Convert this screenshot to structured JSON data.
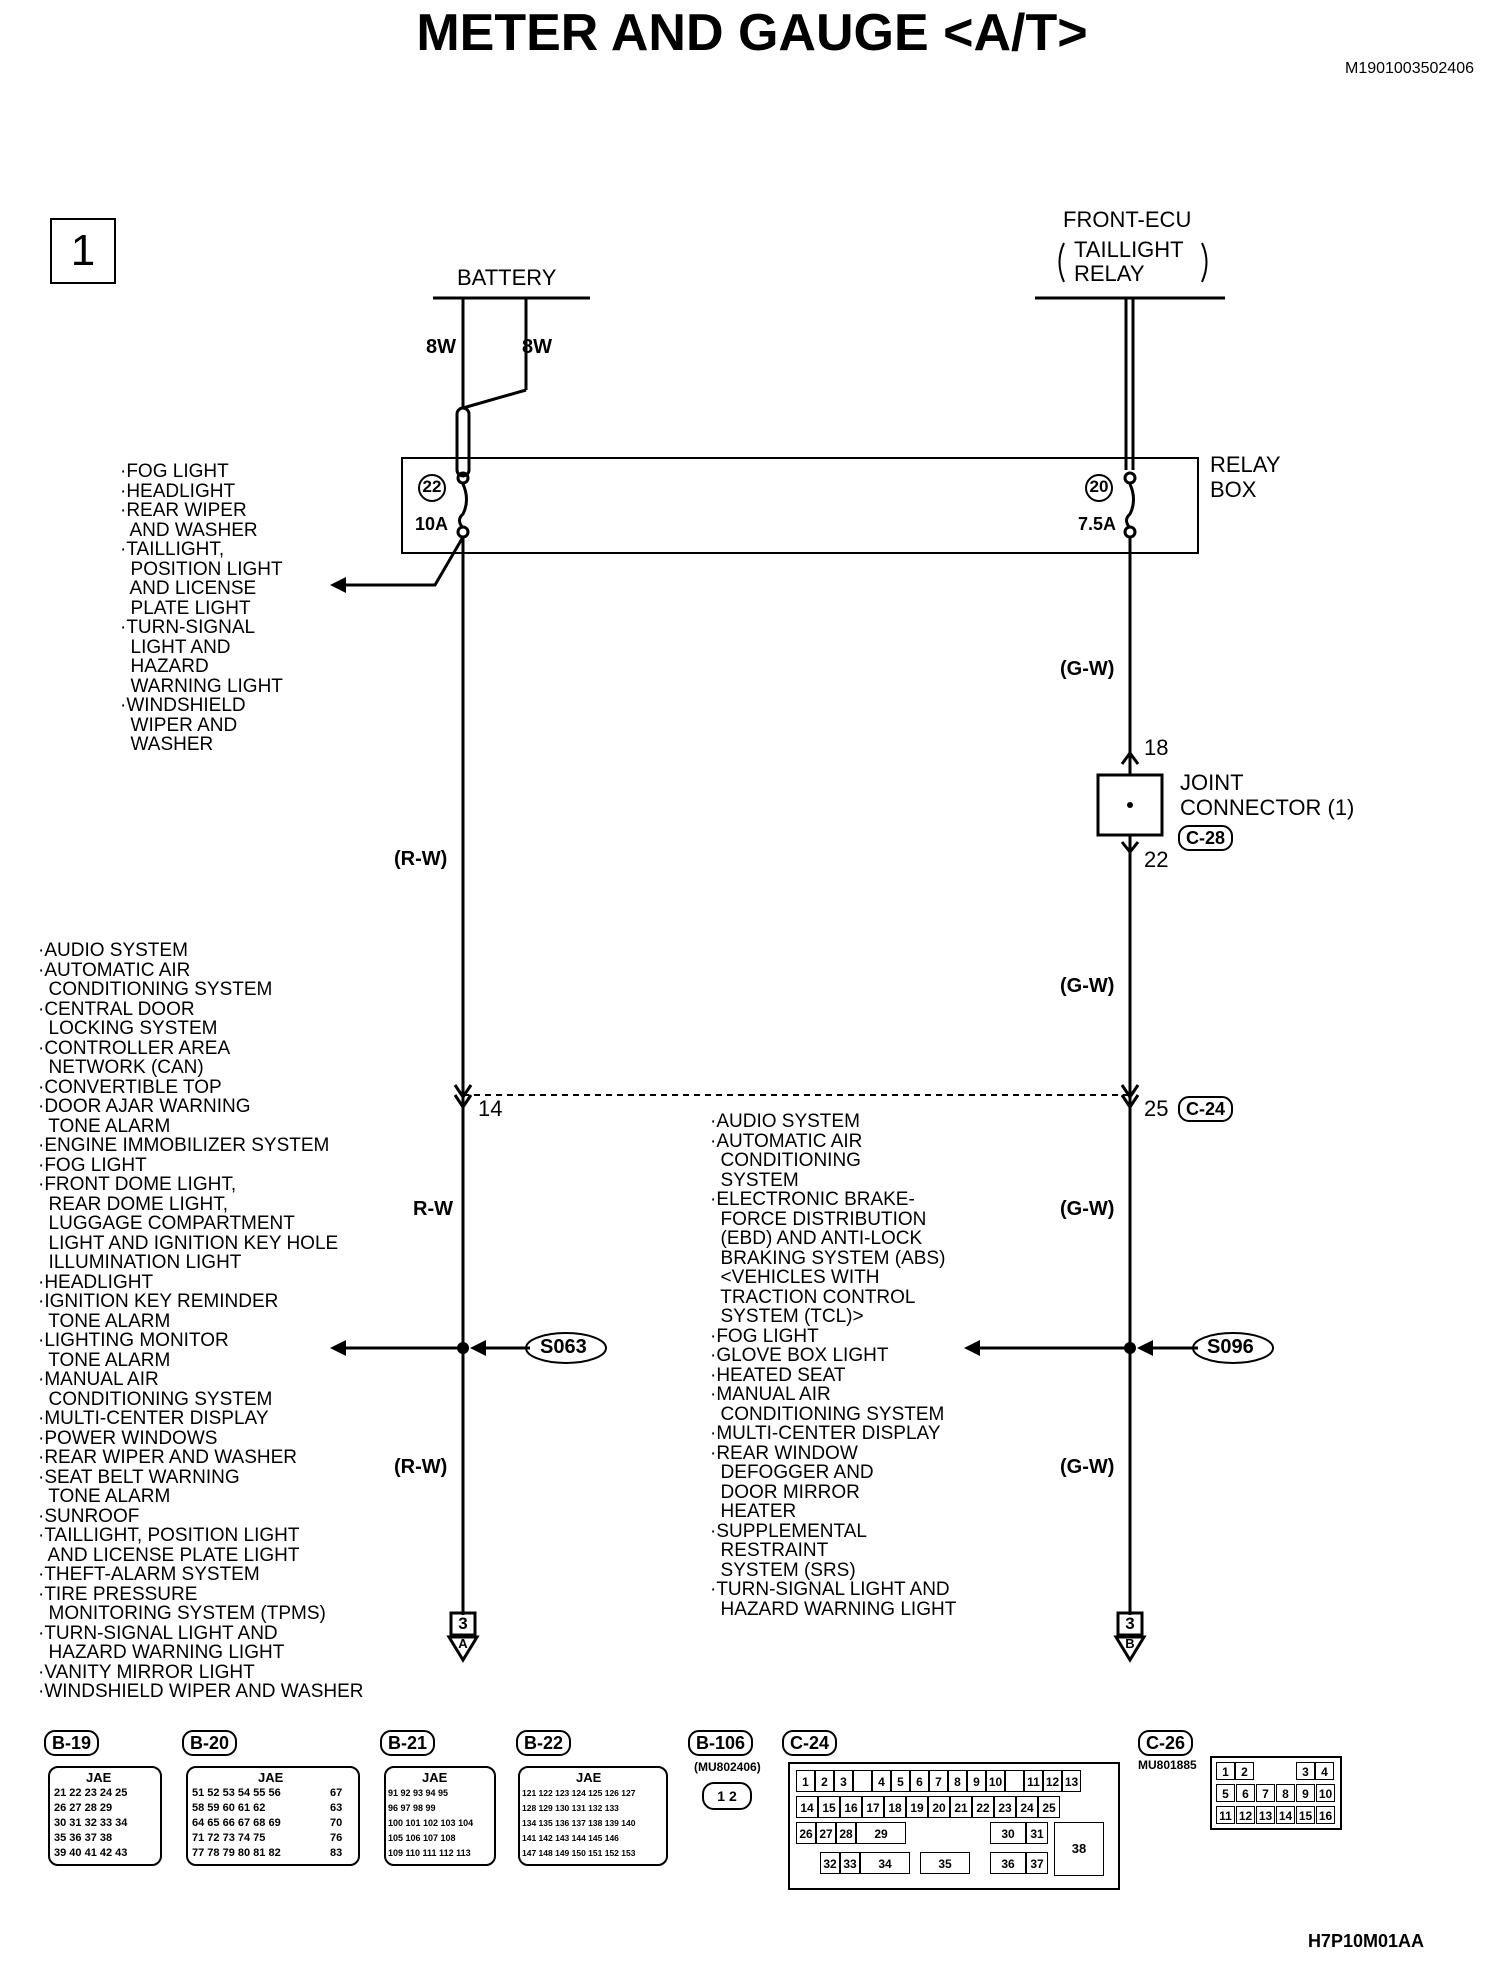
{
  "title": "METER AND GAUGE <A/T>",
  "doc_code": "M1901003502406",
  "sheet_number": "1",
  "footer_code": "H7P10M01AA",
  "battery": {
    "label": "BATTERY",
    "wire_left": "8W",
    "wire_right": "8W"
  },
  "front_ecu": {
    "line1": "FRONT-ECU",
    "line2": "TAILLIGHT",
    "line3": "RELAY"
  },
  "relay_box": {
    "line1": "RELAY",
    "line2": "BOX",
    "fuse_left_no": "22",
    "fuse_left_rating": "10A",
    "fuse_right_no": "20",
    "fuse_right_rating": "7.5A"
  },
  "fuse22_branch": [
    "·FOG LIGHT",
    "·HEADLIGHT",
    "·REAR WIPER",
    "  AND WASHER",
    "·TAILLIGHT,",
    "  POSITION LIGHT",
    "  AND LICENSE",
    "  PLATE LIGHT",
    "·TURN-SIGNAL",
    "  LIGHT AND",
    "  HAZARD",
    "  WARNING LIGHT",
    "·WINDSHIELD",
    "  WIPER AND",
    "  WASHER"
  ],
  "wires": {
    "rw1": "(R-W)",
    "rw2": "R-W",
    "rw3": "(R-W)",
    "gw1": "(G-W)",
    "gw2": "(G-W)",
    "gw3": "(G-W)",
    "gw4": "(G-W)"
  },
  "joint_connector": {
    "line1": "JOINT",
    "line2": "CONNECTOR (1)",
    "pin_top": "18",
    "pin_bottom": "22",
    "tag": "C-28"
  },
  "c24_pins": {
    "left": "14",
    "right": "25",
    "tag": "C-24"
  },
  "splices": {
    "left": "S063",
    "right": "S096"
  },
  "left_list": [
    "·AUDIO SYSTEM",
    "·AUTOMATIC AIR",
    "  CONDITIONING SYSTEM",
    "·CENTRAL DOOR",
    "  LOCKING SYSTEM",
    "·CONTROLLER AREA",
    "  NETWORK (CAN)",
    "·CONVERTIBLE TOP",
    "·DOOR AJAR WARNING",
    "  TONE ALARM",
    "·ENGINE IMMOBILIZER SYSTEM",
    "·FOG LIGHT",
    "·FRONT DOME LIGHT,",
    "  REAR DOME LIGHT,",
    "  LUGGAGE COMPARTMENT",
    "  LIGHT AND IGNITION KEY HOLE",
    "  ILLUMINATION LIGHT",
    "·HEADLIGHT",
    "·IGNITION KEY REMINDER",
    "  TONE ALARM",
    "·LIGHTING MONITOR",
    "  TONE ALARM",
    "·MANUAL AIR",
    "  CONDITIONING SYSTEM",
    "·MULTI-CENTER DISPLAY",
    "·POWER WINDOWS",
    "·REAR WIPER AND WASHER",
    "·SEAT BELT WARNING",
    "  TONE ALARM",
    "·SUNROOF",
    "·TAILLIGHT, POSITION LIGHT",
    "  AND LICENSE PLATE LIGHT",
    "·THEFT-ALARM SYSTEM",
    "·TIRE PRESSURE",
    "  MONITORING SYSTEM (TPMS)",
    "·TURN-SIGNAL LIGHT AND",
    "  HAZARD WARNING LIGHT",
    "·VANITY MIRROR LIGHT",
    "·WINDSHIELD WIPER AND WASHER"
  ],
  "right_list": [
    "·AUDIO SYSTEM",
    "·AUTOMATIC AIR",
    "  CONDITIONING",
    "  SYSTEM",
    "·ELECTRONIC BRAKE-",
    "  FORCE DISTRIBUTION",
    "  (EBD) AND ANTI-LOCK",
    "  BRAKING SYSTEM (ABS)",
    "  <VEHICLES WITH",
    "  TRACTION CONTROL",
    "  SYSTEM (TCL)>",
    "·FOG LIGHT",
    "·GLOVE BOX LIGHT",
    "·HEATED SEAT",
    "·MANUAL AIR",
    "  CONDITIONING SYSTEM",
    "·MULTI-CENTER DISPLAY",
    "·REAR WINDOW",
    "  DEFOGGER AND",
    "  DOOR MIRROR",
    "  HEATER",
    "·SUPPLEMENTAL",
    "  RESTRAINT",
    "  SYSTEM (SRS)",
    "·TURN-SIGNAL LIGHT AND",
    "  HAZARD WARNING LIGHT"
  ],
  "offpage": {
    "left_sheet": "3",
    "left_letter": "A",
    "right_sheet": "3",
    "right_letter": "B"
  },
  "connectors": {
    "b19": {
      "tag": "B-19",
      "brand": "JAE",
      "rows": [
        "21 22 23 24 25",
        "26 27 28 29",
        "30 31 32 33 34",
        "35 36 37 38",
        "39 40 41 42 43"
      ]
    },
    "b20": {
      "tag": "B-20",
      "brand": "JAE",
      "rows": [
        "51 52 53 54 55 56",
        "58 59 60 61 62",
        "64 65 66 67 68 69",
        "71 72 73 74 75",
        "77 78 79 80 81 82"
      ],
      "side": [
        "67",
        "63",
        "70",
        "76",
        "83"
      ]
    },
    "b21": {
      "tag": "B-21",
      "brand": "JAE",
      "rows": [
        "91 92 93 94 95",
        "96 97 98 99",
        "100 101 102 103 104",
        "105 106 107 108",
        "109 110 111 112 113"
      ]
    },
    "b22": {
      "tag": "B-22",
      "brand": "JAE",
      "rows": [
        "121 122 123 124 125 126 127",
        "128 129 130 131 132 133",
        "134 135 136 137 138 139 140",
        "141 142 143 144 145 146",
        "147 148 149 150 151 152 153"
      ]
    },
    "b106": {
      "tag": "B-106",
      "part": "(MU802406)",
      "pins": "1 2"
    },
    "c24": {
      "tag": "C-24",
      "row1": [
        "1",
        "2",
        "3",
        "",
        "4",
        "5",
        "6",
        "7",
        "8",
        "9",
        "10",
        "",
        "11",
        "12",
        "13"
      ],
      "row2": [
        "14",
        "15",
        "16",
        "17",
        "18",
        "19",
        "20",
        "21",
        "22",
        "23",
        "24",
        "25"
      ],
      "row3": [
        "26",
        "27",
        "28",
        "29",
        "30",
        "31"
      ],
      "row4": [
        "32",
        "33",
        "34",
        "35",
        "36",
        "37"
      ],
      "big": "38"
    },
    "c26": {
      "tag": "C-26",
      "part": "MU801885",
      "row1": [
        "1",
        "2",
        "3",
        "4"
      ],
      "row2": [
        "5",
        "6",
        "7",
        "8",
        "9",
        "10"
      ],
      "row3": [
        "11",
        "12",
        "13",
        "14",
        "15",
        "16"
      ]
    }
  }
}
